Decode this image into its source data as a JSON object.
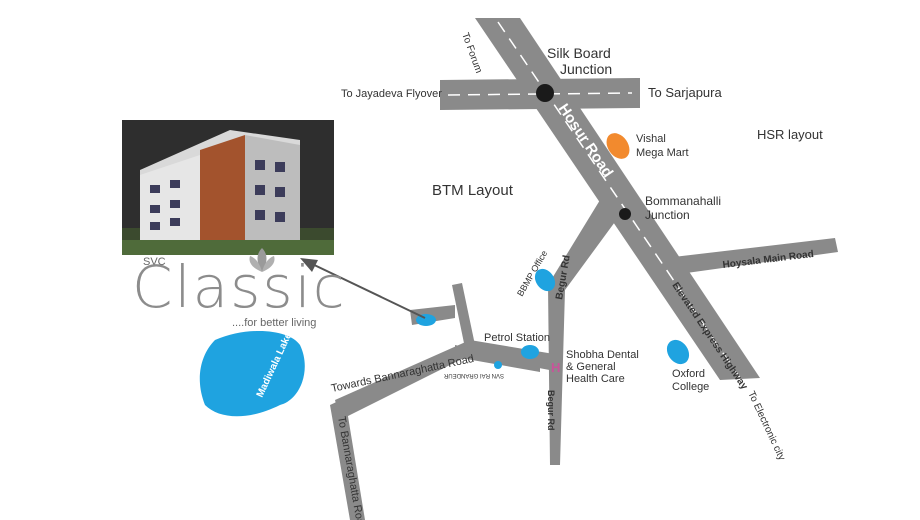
{
  "map": {
    "road_labels": {
      "to_forum": "To Forum",
      "silk_board_line1": "Silk Board",
      "silk_board_line2": "Junction",
      "to_jayadeva": "To Jayadeva Flyover",
      "to_sarjapura": "To Sarjapura",
      "hosur_road": "Hosur Road",
      "bommanahalli_line1": "Bommanahalli",
      "bommanahalli_line2": "Junction",
      "hoysala_main_road": "Hoysala Main Road",
      "elevated_highway": "Elevated Express Highway",
      "begur_rd_upper": "Begur Rd",
      "begur_rd_lower": "Begur Rd",
      "towards_bannaraghatta": "Towards Bannaraghatta Road",
      "to_bannaraghatta": "To Bannaraghatta Road",
      "to_electronic_city": "To Electronic city",
      "svn_rai_grandeur": "SVN RAI GRANDEUR"
    },
    "area_labels": {
      "btm_layout": "BTM Layout",
      "hsr_layout": "HSR layout"
    },
    "landmarks": {
      "vishal_line1": "Vishal",
      "vishal_line2": "Mega Mart",
      "bbmp_office": "BBMP Office",
      "petrol_station": "Petrol Station",
      "shobha_line1": "Shobha Dental",
      "shobha_line2": "& General",
      "shobha_line3": "Health Care",
      "hospital_symbol": "H",
      "oxford_line1": "Oxford",
      "oxford_line2": "College",
      "madiwala_lake": "Madiwala Lake"
    },
    "colors": {
      "road": "#8a8a8a",
      "lake": "#1fa3e0",
      "landmark_marker": "#1fa3e0",
      "vishal_marker": "#f28a2e",
      "hospital": "#c8549a"
    }
  },
  "brand": {
    "small": "SVC",
    "main": "Classic",
    "tagline": "....for better living"
  }
}
